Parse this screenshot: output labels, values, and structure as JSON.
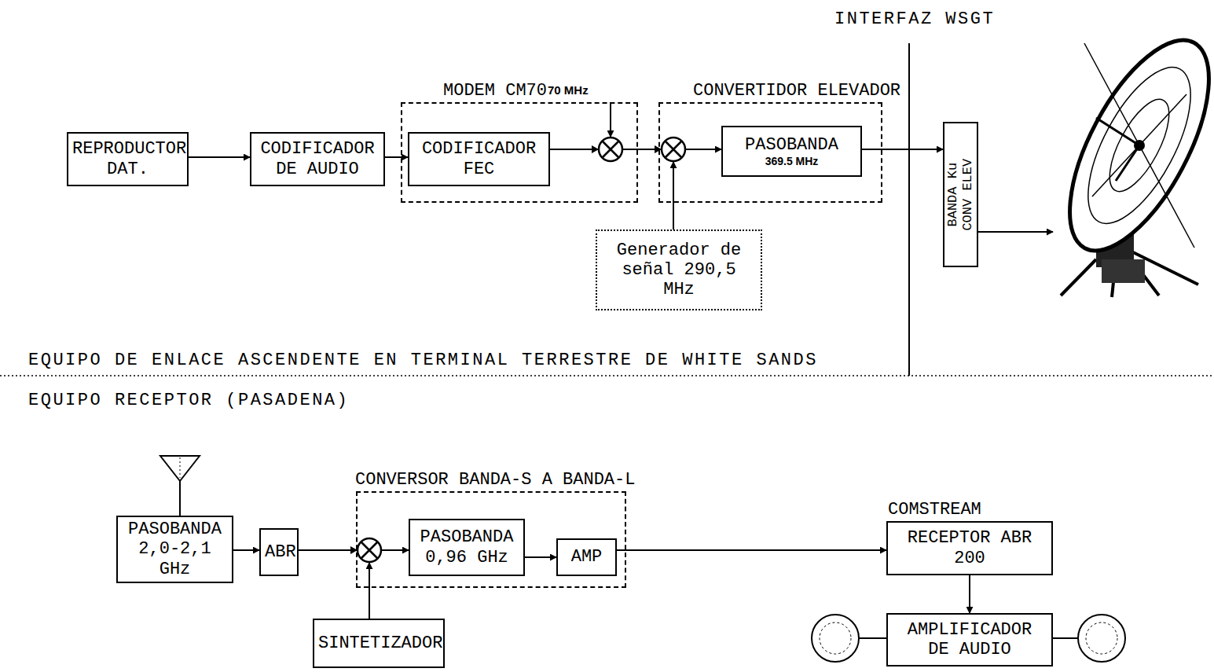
{
  "diagram": {
    "nodes": [
      {
        "text": [
          "REPRODUCTOR DAT."
        ]
      },
      {
        "text": [
          "CODIFICADOR DE AUDIO"
        ]
      },
      {
        "text": [
          "MODEM CM701"
        ]
      },
      {
        "text": [
          "CODIFICADOR FEC"
        ],
        "in": 2
      },
      {
        "text": [
          "CONVERTIDOR ELEVADOR"
        ]
      },
      {
        "text": [
          "PASOBANDA",
          "369.5 MHz"
        ],
        "in": 4
      },
      {
        "text": [
          "Generador de señal 290,5 MHz"
        ]
      },
      {
        "text": [
          "BANDA Ku CONV ELEV"
        ]
      },
      {
        "text": [
          "PASOBANDA 2,0-2,1 GHz"
        ]
      },
      {
        "text": [
          "ABR"
        ]
      },
      {
        "text": [
          "CONVERSOR BANDA-S A BANDA-L"
        ]
      },
      {
        "text": [
          "PASOBANDA 0,96 GHz"
        ],
        "in": 10
      },
      {
        "text": [
          "AMP"
        ],
        "in": 10
      },
      {
        "text": [
          "SINTETIZADOR"
        ]
      },
      {
        "text": [
          "COMSTREAM",
          "RECEPTOR ABR 200"
        ]
      },
      {
        "text": [
          "AMPLIFICADOR DE AUDIO"
        ]
      }
    ],
    "edges": [
      {
        "from": 0,
        "to": 1,
        "arrow": "to"
      },
      {
        "from": 1,
        "to": 3,
        "arrow": "to"
      },
      {
        "from": 3,
        "to": 5,
        "arrow": "to"
      },
      {
        "from": 5,
        "to": 7,
        "arrow": "to"
      },
      {
        "from": 8,
        "to": 9,
        "arrow": "to"
      },
      {
        "from": 9,
        "to": 11,
        "arrow": "to"
      },
      {
        "from": 11,
        "to": 12,
        "arrow": "to"
      },
      {
        "from": 12,
        "to": 14,
        "arrow": "to"
      },
      {
        "from": 14,
        "to": 15,
        "arrow": "to"
      }
    ],
    "labels": [
      "70 MHz",
      "INTERFAZ WSGT",
      "EQUIPO DE ENLACE ASCENDENTE EN TERMINAL TERRESTRE DE WHITE SANDS",
      "EQUIPO RECEPTOR (PASADENA)"
    ]
  }
}
